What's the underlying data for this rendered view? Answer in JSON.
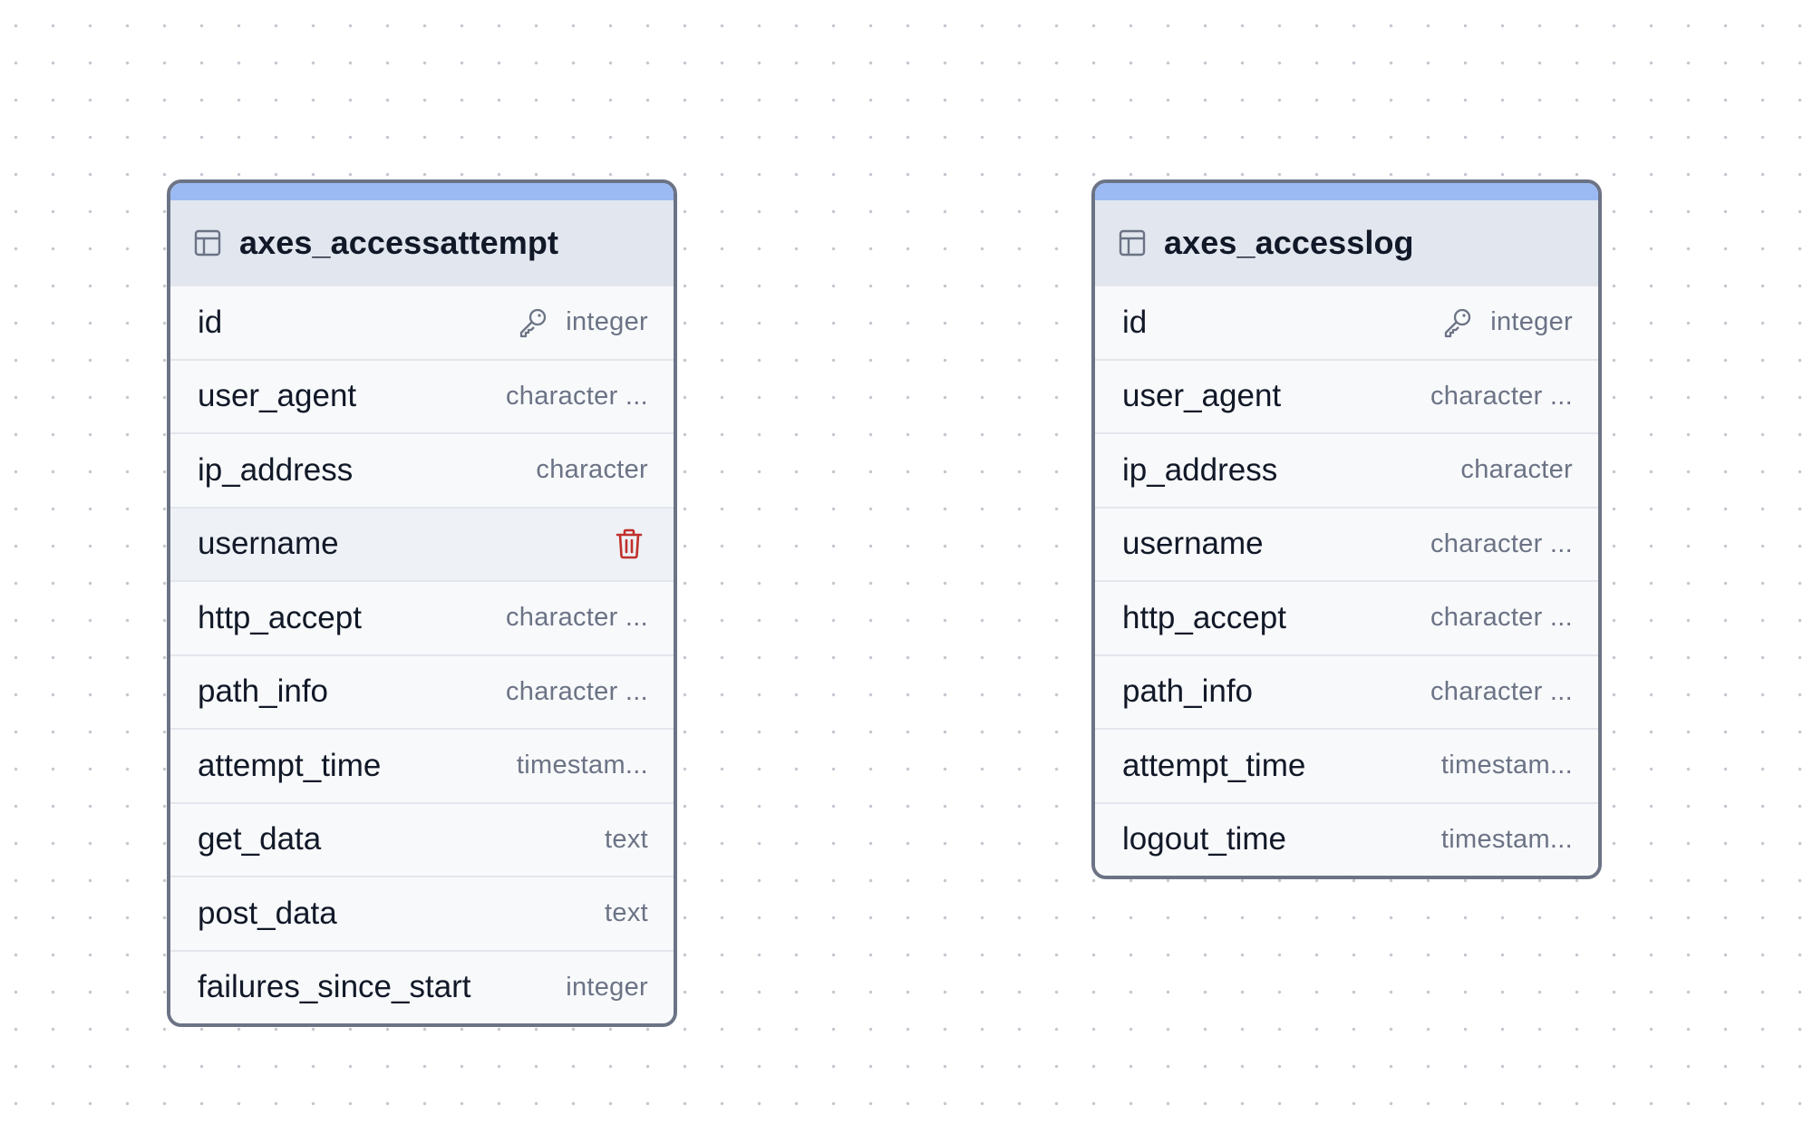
{
  "tables": [
    {
      "name": "axes_accessattempt",
      "columns": [
        {
          "name": "id",
          "type": "integer",
          "primary_key": true
        },
        {
          "name": "user_agent",
          "type": "character ..."
        },
        {
          "name": "ip_address",
          "type": "character"
        },
        {
          "name": "username",
          "type": "",
          "hovered": true,
          "action_icon": "trash-icon"
        },
        {
          "name": "http_accept",
          "type": "character ..."
        },
        {
          "name": "path_info",
          "type": "character ..."
        },
        {
          "name": "attempt_time",
          "type": "timestam..."
        },
        {
          "name": "get_data",
          "type": "text"
        },
        {
          "name": "post_data",
          "type": "text"
        },
        {
          "name": "failures_since_start",
          "type": "integer"
        }
      ]
    },
    {
      "name": "axes_accesslog",
      "columns": [
        {
          "name": "id",
          "type": "integer",
          "primary_key": true
        },
        {
          "name": "user_agent",
          "type": "character ..."
        },
        {
          "name": "ip_address",
          "type": "character"
        },
        {
          "name": "username",
          "type": "character ..."
        },
        {
          "name": "http_accept",
          "type": "character ..."
        },
        {
          "name": "path_info",
          "type": "character ..."
        },
        {
          "name": "attempt_time",
          "type": "timestam..."
        },
        {
          "name": "logout_time",
          "type": "timestam..."
        }
      ]
    }
  ],
  "colors": {
    "accent_bar": "#9bbaf4",
    "header_bg": "#e2e6ee",
    "border": "#6b7385",
    "delete_icon": "#c0302b"
  }
}
